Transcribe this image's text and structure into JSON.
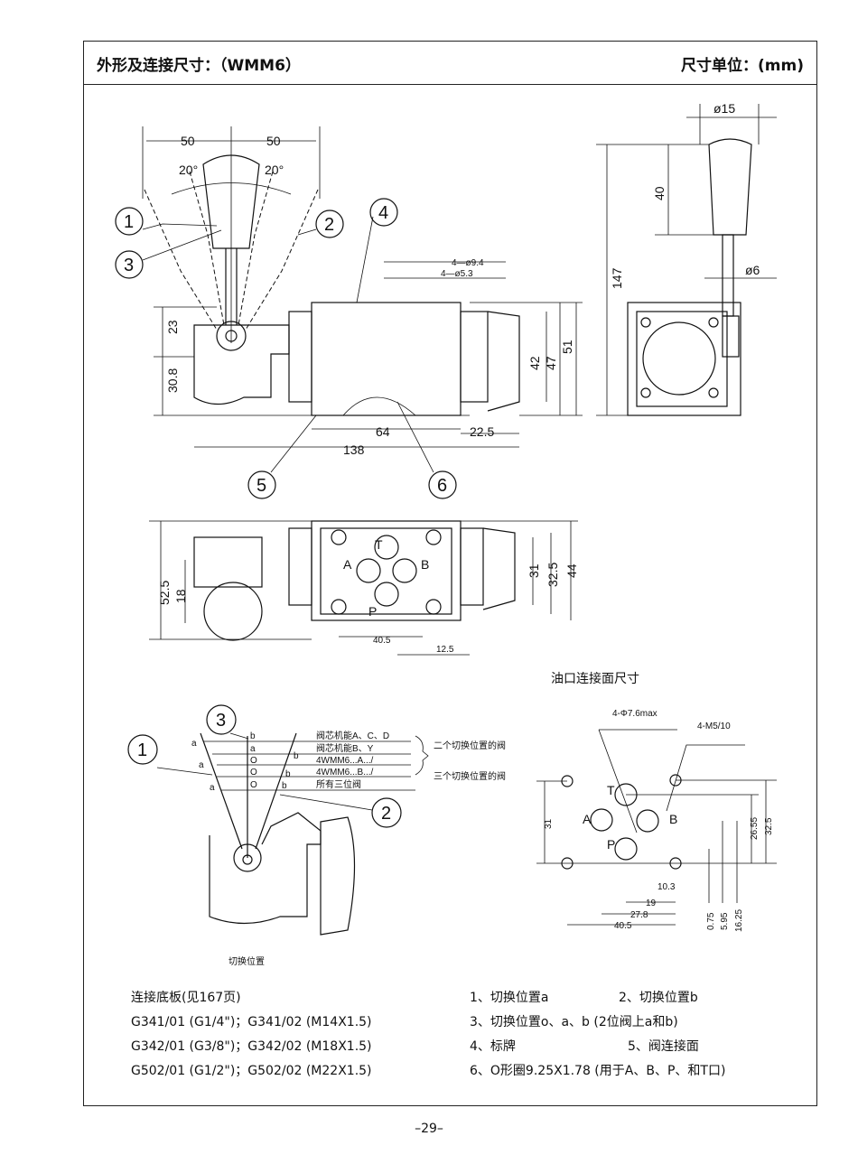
{
  "header": {
    "title": "外形及连接尺寸：（WMM6）",
    "unit": "尺寸单位：(mm)"
  },
  "front_view": {
    "dims": [
      "50",
      "50",
      "20°",
      "20°",
      "23",
      "30.8",
      "64",
      "138",
      "22.5",
      "42",
      "47",
      "51",
      "4—ø9.4",
      "4—ø5.3"
    ],
    "callouts": [
      "1",
      "2",
      "3",
      "4",
      "5",
      "6"
    ]
  },
  "side_view": {
    "dims": [
      "ø15",
      "40",
      "147",
      "ø6"
    ]
  },
  "top_view": {
    "dims": [
      "52.5",
      "18",
      "31",
      "32.5",
      "44",
      "40.5",
      "12.5"
    ],
    "ports": [
      "T",
      "A",
      "B",
      "P"
    ]
  },
  "position_detail": {
    "callouts": [
      "1",
      "2",
      "3"
    ],
    "rows": [
      {
        "left": "a",
        "mid": "b",
        "label": "阀芯机能A、C、D"
      },
      {
        "left": "a",
        "mid": "a",
        "label": "阀芯机能B、Y"
      },
      {
        "left": "a",
        "mid": "O",
        "label": "4WMM6...A.../"
      },
      {
        "left": "",
        "mid": "O",
        "label": "4WMM6...B.../"
      },
      {
        "left": "",
        "mid": "O",
        "label": "所有三位阀"
      }
    ],
    "right_marks": [
      "b",
      "b",
      "b"
    ],
    "group_two": "二个切换位置的阀",
    "group_three": "三个切换位置的阀",
    "caption": "切换位置"
  },
  "port_face": {
    "title": "油口连接面尺寸",
    "hole_note": "4-Φ7.6max",
    "thread_note": "4-M5/10",
    "ports": [
      "T",
      "A",
      "B",
      "P"
    ],
    "dims": [
      "31",
      "26.55",
      "32.5",
      "10.3",
      "19",
      "27.8",
      "40.5",
      "0.75",
      "5.95",
      "16.25"
    ]
  },
  "subplate": {
    "title": "连接底板(见167页)",
    "items": [
      "G341/01 (G1/4\")；G341/02 (M14X1.5)",
      "G342/01 (G3/8\")；G342/02 (M18X1.5)",
      "G502/01 (G1/2\")；G502/02 (M22X1.5)"
    ]
  },
  "legend": [
    "1、切换位置a",
    "2、切换位置b",
    "3、切换位置o、a、b (2位阀上a和b)",
    "4、标牌",
    "5、阀连接面",
    "6、O形圈9.25X1.78 (用于A、B、P、和T口)"
  ],
  "page_number": "–29–"
}
